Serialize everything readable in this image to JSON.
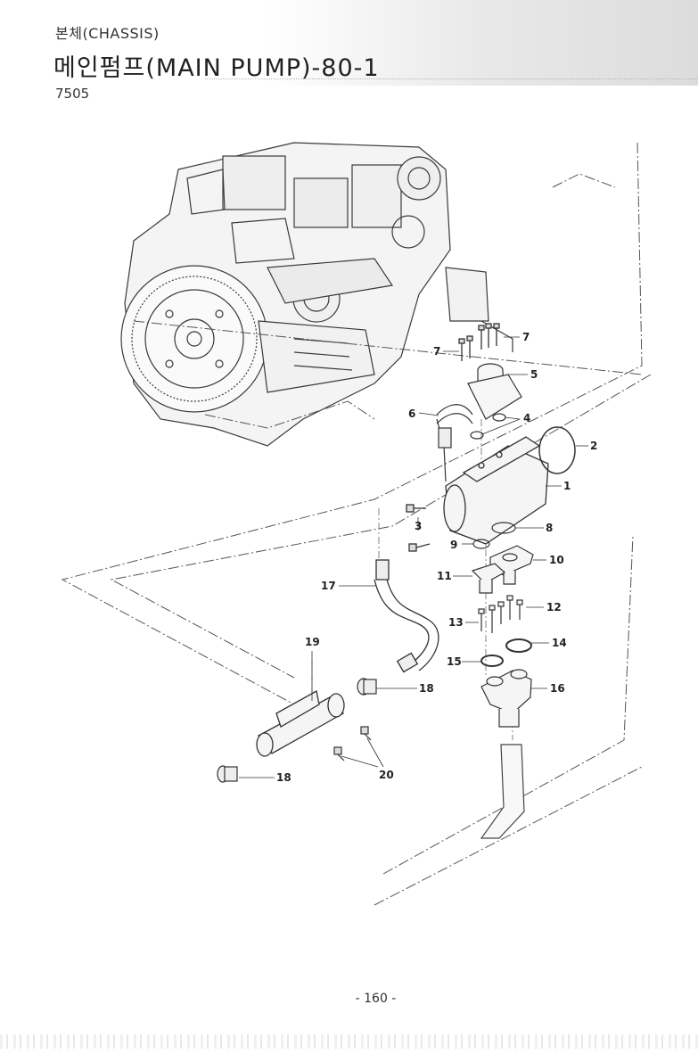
{
  "header": {
    "section": "본체(CHASSIS)",
    "title": "메인펌프(MAIN PUMP)-80-1",
    "code": "7505"
  },
  "callouts": [
    "1",
    "2",
    "3",
    "4",
    "5",
    "6",
    "7",
    "7",
    "8",
    "9",
    "10",
    "11",
    "12",
    "13",
    "14",
    "15",
    "16",
    "17",
    "18",
    "18",
    "19",
    "20"
  ],
  "footer": {
    "page_number": "- 160 -"
  }
}
